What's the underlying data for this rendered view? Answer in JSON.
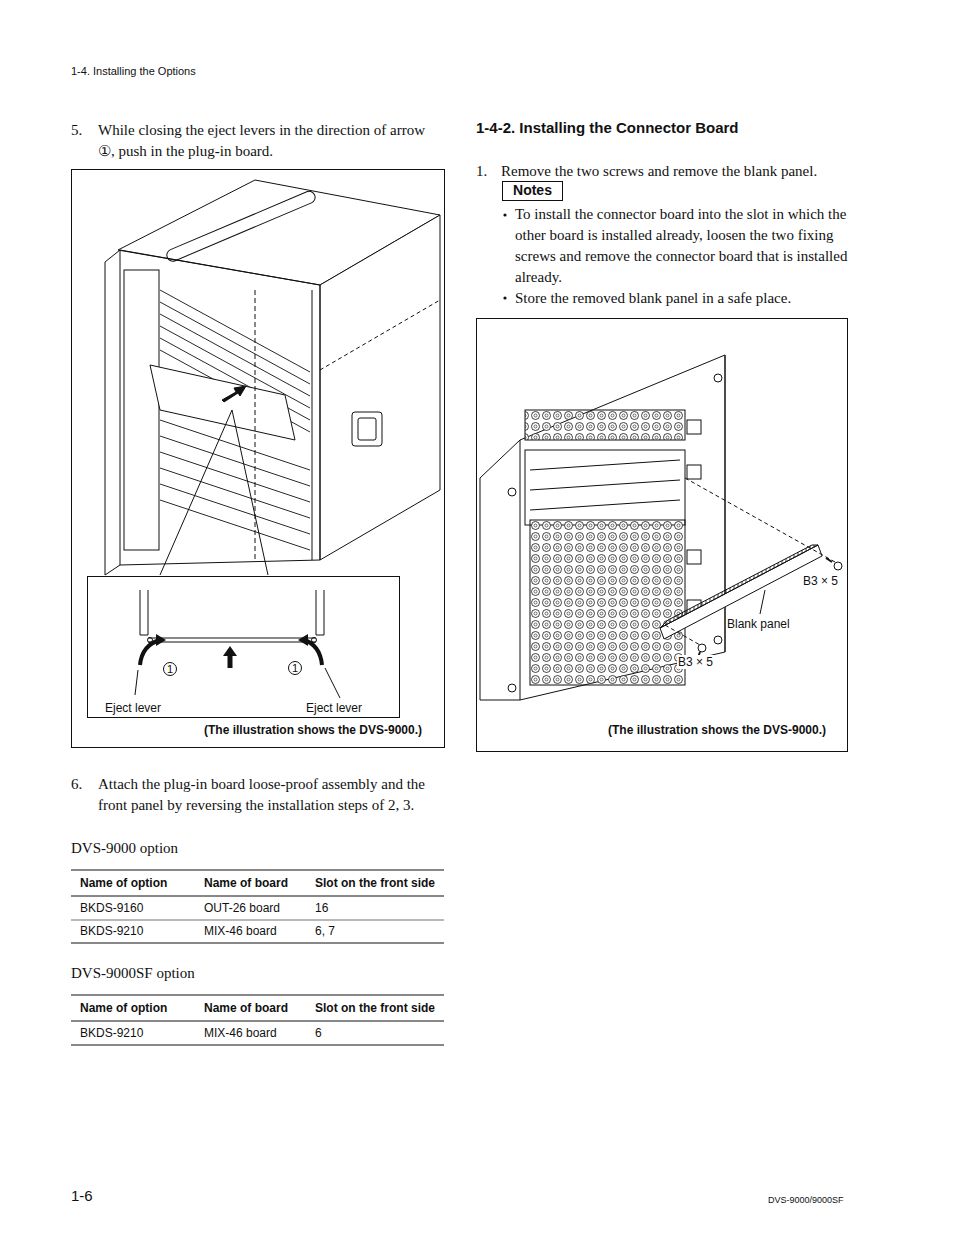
{
  "diagram": {
    "title": "1-4-2. Installing the Connector Board",
    "nodes": [
      {
        "text": [
          "Notes"
        ]
      },
      {
        "text": [
          "(The illustration shows the DVS-9000.)"
        ]
      },
      {
        "text": [
          "Eject lever",
          "Eject lever"
        ],
        "in": 1
      },
      {
        "text": [
          "(The illustration shows the DVS-9000.)"
        ]
      }
    ],
    "labels": [
      "1-4. Installing the Options",
      "5.",
      "While closing the eject levers in the direction of arrow ①, push in the plug-in board.",
      "1",
      "1",
      "6.",
      "Attach the plug-in board loose-proof assembly and the front panel by reversing the installation steps of 2, 3.",
      "DVS-9000 option",
      "Name of option",
      "Name of board",
      "Slot on the front side",
      "BKDS-9160",
      "OUT-26 board",
      "16",
      "BKDS-9210",
      "MIX-46 board",
      "6, 7",
      "DVS-9000SF option",
      "Name of option",
      "Name of board",
      "Slot on the front side",
      "BKDS-9210",
      "MIX-46 board",
      "6",
      "1.",
      "Remove the two screws and remove the blank panel.",
      "To install the connector board into the slot in which the other board is installed already, loosen the two fixing screws and remove the connector board that is installed already.",
      "Store the removed blank panel in a safe place.",
      "B3 × 5",
      "Blank panel",
      "B3 × 5",
      "1-6",
      "DVS-9000/9000SF"
    ]
  }
}
